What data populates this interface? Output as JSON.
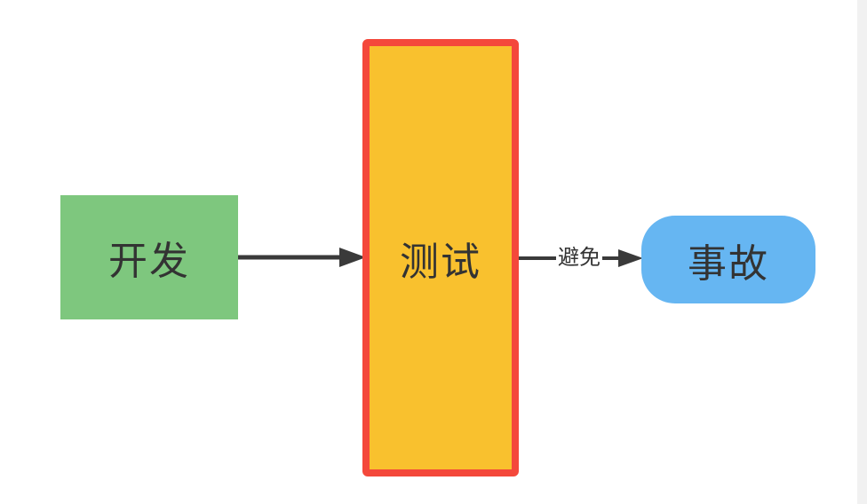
{
  "diagram": {
    "nodes": {
      "dev": {
        "label": "开发",
        "shape": "rectangle",
        "fill": "#7EC77E"
      },
      "test": {
        "label": "测试",
        "shape": "rectangle",
        "fill": "#F9C12E",
        "border_color": "#F4483B"
      },
      "accident": {
        "label": "事故",
        "shape": "rounded-rectangle",
        "fill": "#66B6F2"
      }
    },
    "edges": {
      "dev_to_test": {
        "from": "开发",
        "to": "测试",
        "label": ""
      },
      "test_to_accident": {
        "from": "测试",
        "to": "事故",
        "label": "避免"
      }
    },
    "colors": {
      "background": "#FFFFFF",
      "text": "#333333",
      "arrow": "#3A3A3A",
      "scrollbar_track": "#F1F1F1"
    }
  }
}
